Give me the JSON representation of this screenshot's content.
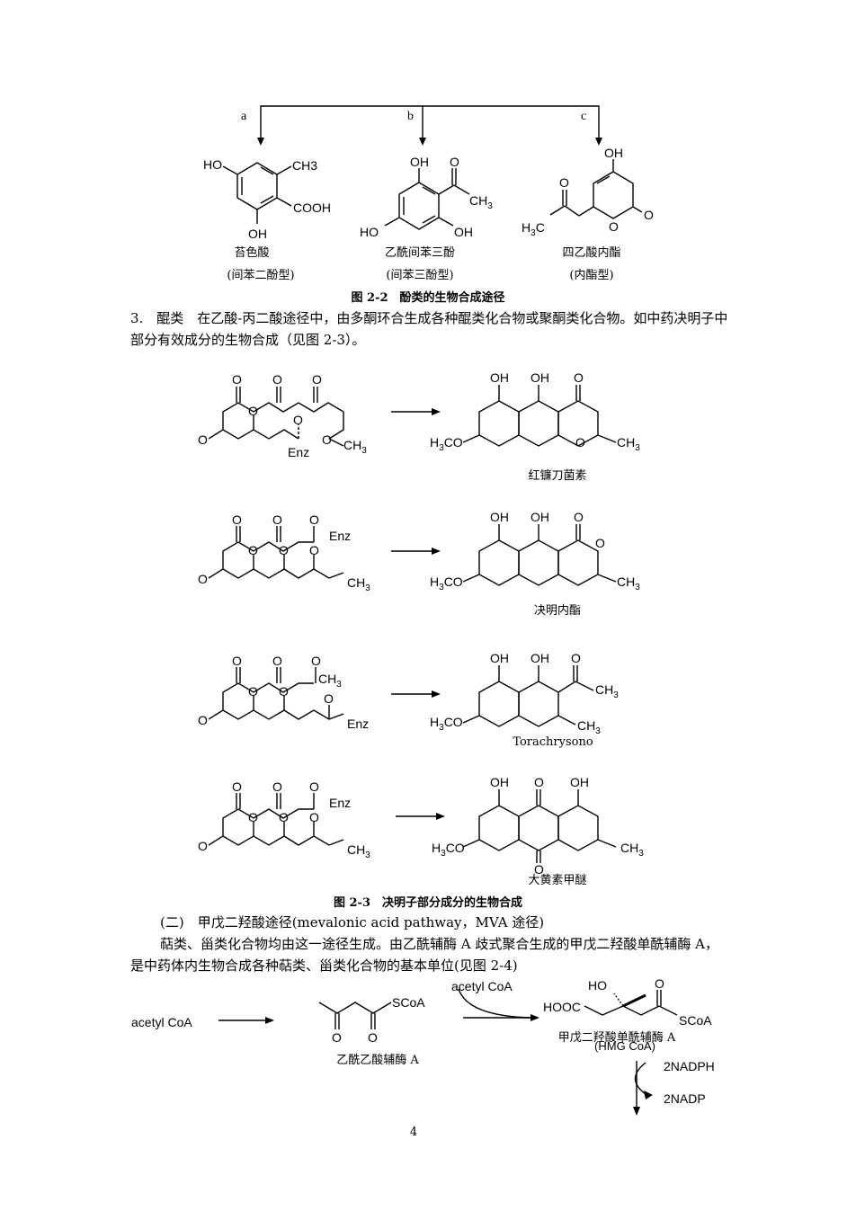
{
  "fig22": {
    "branches": [
      "a",
      "b",
      "c"
    ],
    "compounds": [
      {
        "name": "苔色酸",
        "type": "(间苯二酚型)",
        "labels": [
          "HO",
          "CH3",
          "COOH",
          "OH"
        ]
      },
      {
        "name": "乙酰间苯三酚",
        "type": "(间苯三酚型)",
        "labels": [
          "OH",
          "O",
          "CH3",
          "HO",
          "OH"
        ]
      },
      {
        "name": "四乙酸内酯",
        "type": "(内酯型)",
        "labels": [
          "OH",
          "O",
          "H3C",
          "O",
          "O"
        ]
      }
    ],
    "caption": "图 2-2　酚类的生物合成途径"
  },
  "section3": {
    "text": "3.　醌类　在乙酸-丙二酸途径中，由多酮环合生成各种醌类化合物或聚酮类化合物。如中药决明子中部分有效成分的生物合成（见图 2-3）。"
  },
  "fig23": {
    "rows": [
      {
        "product": "红镰刀菌素",
        "enz": "Enz"
      },
      {
        "product": "决明内酯",
        "enz": "Enz"
      },
      {
        "product": "Torachrysono",
        "enz": "Enz"
      },
      {
        "product": "大黄素甲醚",
        "enz": "Enz"
      }
    ],
    "caption": "图 2-3　决明子部分成分的生物合成"
  },
  "section_mva": {
    "heading": "(二)　甲戊二羟酸途径(mevalonic acid pathway，MVA 途径)",
    "text": "萜类、甾类化合物均由这一途径生成。由乙酰辅酶 A 歧式聚合生成的甲戊二羟酸单酰辅酶 A，是中药体内生物合成各种萜类、甾类化合物的基本单位(见图 2-4)"
  },
  "fig24": {
    "start": "acetyl CoA",
    "reagent": "acetyl CoA",
    "intermediate": "乙酰乙酸辅酶 A",
    "scoa": "SCoA",
    "hooc": "HOOC",
    "ho": "HO",
    "hmg_name": "甲戊二羟酸单酰辅酶 A",
    "hmg_abbr": "(HMG  CoA)",
    "cofactor_in": "2NADPH",
    "cofactor_out": "2NADP"
  },
  "page_number": "4"
}
